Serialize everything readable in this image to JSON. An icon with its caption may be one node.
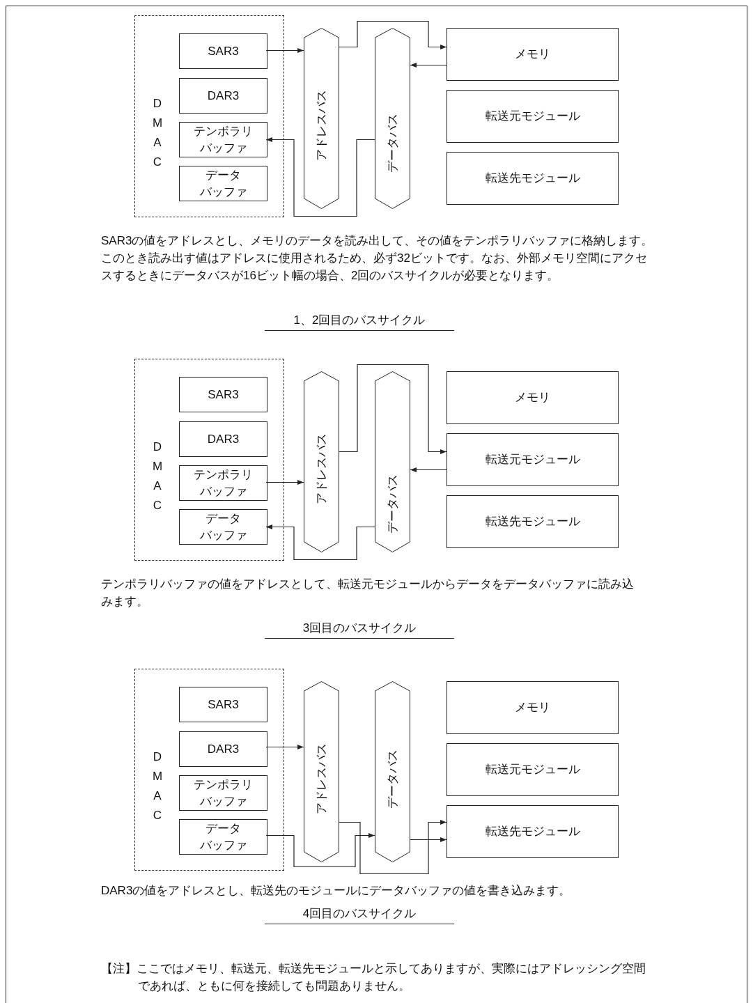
{
  "diagram": {
    "nodes": [
      {
        "text": [
          "DMAC"
        ]
      },
      {
        "text": [
          "SAR3"
        ],
        "in": 0
      },
      {
        "text": [
          "DAR3"
        ],
        "in": 0
      },
      {
        "text": [
          "テンポラリバッファ"
        ],
        "in": 0
      },
      {
        "text": [
          "データバッファ"
        ],
        "in": 0
      },
      {
        "text": [
          "アドレスバス"
        ]
      },
      {
        "text": [
          "データバス"
        ]
      },
      {
        "text": [
          "メモリ"
        ]
      },
      {
        "text": [
          "転送元モジュール"
        ]
      },
      {
        "text": [
          "転送先モジュール"
        ]
      },
      {
        "text": [
          "DMAC"
        ]
      },
      {
        "text": [
          "SAR3"
        ],
        "in": 10
      },
      {
        "text": [
          "DAR3"
        ],
        "in": 10
      },
      {
        "text": [
          "テンポラリバッファ"
        ],
        "in": 10
      },
      {
        "text": [
          "データバッファ"
        ],
        "in": 10
      },
      {
        "text": [
          "アドレスバス"
        ]
      },
      {
        "text": [
          "データバス"
        ]
      },
      {
        "text": [
          "メモリ"
        ]
      },
      {
        "text": [
          "転送元モジュール"
        ]
      },
      {
        "text": [
          "転送先モジュール"
        ]
      },
      {
        "text": [
          "DMAC"
        ]
      },
      {
        "text": [
          "SAR3"
        ],
        "in": 20
      },
      {
        "text": [
          "DAR3"
        ],
        "in": 20
      },
      {
        "text": [
          "テンポラリバッファ"
        ],
        "in": 20
      },
      {
        "text": [
          "データバッファ"
        ],
        "in": 20
      },
      {
        "text": [
          "アドレスバス"
        ]
      },
      {
        "text": [
          "データバス"
        ]
      },
      {
        "text": [
          "メモリ"
        ]
      },
      {
        "text": [
          "転送元モジュール"
        ]
      },
      {
        "text": [
          "転送先モジュール"
        ]
      }
    ],
    "edges": [
      {
        "from": 1,
        "to": 5,
        "arrow": "to"
      },
      {
        "from": 5,
        "to": 7,
        "arrow": "to"
      },
      {
        "from": 7,
        "to": 6,
        "arrow": "to"
      },
      {
        "from": 6,
        "to": 3,
        "arrow": "to"
      },
      {
        "from": 13,
        "to": 15,
        "arrow": "to"
      },
      {
        "from": 15,
        "to": 18,
        "arrow": "to"
      },
      {
        "from": 18,
        "to": 16,
        "arrow": "to"
      },
      {
        "from": 16,
        "to": 14,
        "arrow": "to"
      },
      {
        "from": 22,
        "to": 25,
        "arrow": "to"
      },
      {
        "from": 25,
        "to": 29,
        "arrow": "to"
      },
      {
        "from": 24,
        "to": 26,
        "arrow": "to"
      },
      {
        "from": 26,
        "to": 29,
        "arrow": "to"
      }
    ],
    "labels": [
      "SAR3の値をアドレスとし、メモリのデータを読み出して、その値をテンポラリバッファに格納します。このとき読み出す値はアドレスに使用されるため、必ず32ビットです。なお、外部メモリ空間にアクセスするときにデータバスが16ビット幅の場合、2回のバスサイクルが必要となります。",
      "1、2回目のバスサイクル",
      "テンポラリバッファの値をアドレスとして、転送元モジュールからデータをデータバッファに読み込みます。",
      "3回目のバスサイクル",
      "DAR3の値をアドレスとし、転送先のモジュールにデータバッファの値を書き込みます。",
      "4回目のバスサイクル",
      "【注】ここではメモリ、転送元、転送先モジュールと示してありますが、実際にはアドレッシング空間であれば、ともに何を接続しても問題ありません。"
    ]
  }
}
